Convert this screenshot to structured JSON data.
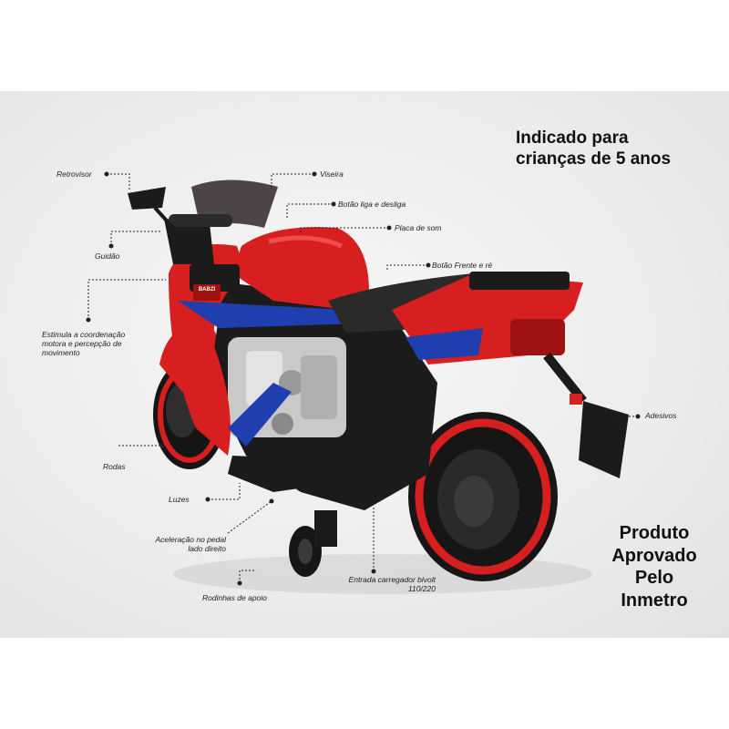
{
  "headline": {
    "age_line1": "Indicado para",
    "age_line2": "crianças de 5 anos",
    "approval_line1": "Produto",
    "approval_line2": "Aprovado",
    "approval_line3": "Pelo",
    "approval_line4": "Inmetro"
  },
  "brand_badge": "BABZI",
  "callouts": {
    "retrovisor": "Retrovisor",
    "viseira": "Viseira",
    "botao_liga": "Botão liga e desliga",
    "placa_som": "Placa de som",
    "guidao": "Guidão",
    "botao_frente": "Botão Frente e ré",
    "estimula": "Estimula a coordenação motora e percepção de movimento",
    "adesivos": "Adesivos",
    "rodas": "Rodas",
    "luzes": "Luzes",
    "aceleracao": "Aceleração no pedal lado direito",
    "entrada": "Entrada carregador bivolt 110/220",
    "rodinhas": "Rodinhas de apoio"
  },
  "colors": {
    "body_red": "#d81f1f",
    "dark_red": "#9e1212",
    "black_frame": "#1b1b1b",
    "accent_blue": "#1f3fb0"
  }
}
